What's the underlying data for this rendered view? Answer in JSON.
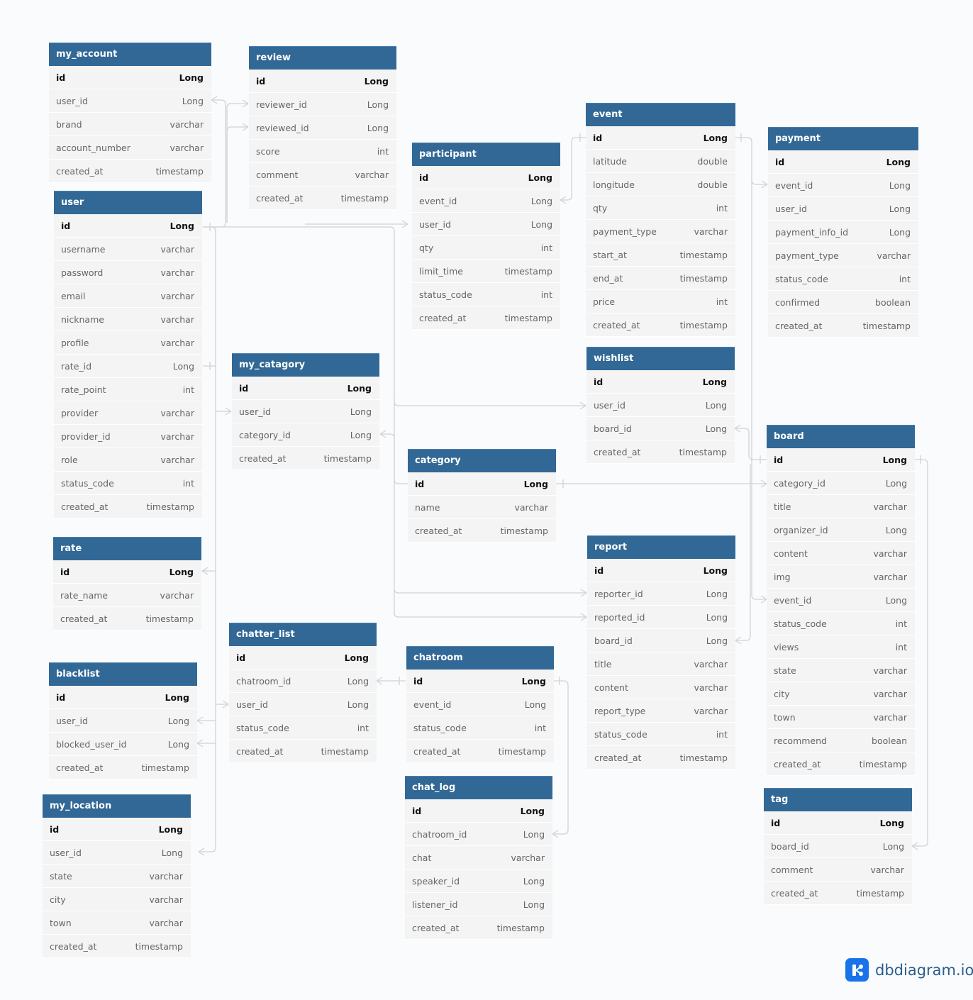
{
  "tables": [
    {
      "key": "my_account",
      "name": "my_account",
      "columns": [
        [
          "id",
          "Long"
        ],
        [
          "user_id",
          "Long"
        ],
        [
          "brand",
          "varchar"
        ],
        [
          "account_number",
          "varchar"
        ],
        [
          "created_at",
          "timestamp"
        ]
      ]
    },
    {
      "key": "review",
      "name": "review",
      "columns": [
        [
          "id",
          "Long"
        ],
        [
          "reviewer_id",
          "Long"
        ],
        [
          "reviewed_id",
          "Long"
        ],
        [
          "score",
          "int"
        ],
        [
          "comment",
          "varchar"
        ],
        [
          "created_at",
          "timestamp"
        ]
      ]
    },
    {
      "key": "event",
      "name": "event",
      "columns": [
        [
          "id",
          "Long"
        ],
        [
          "latitude",
          "double"
        ],
        [
          "longitude",
          "double"
        ],
        [
          "qty",
          "int"
        ],
        [
          "payment_type",
          "varchar"
        ],
        [
          "start_at",
          "timestamp"
        ],
        [
          "end_at",
          "timestamp"
        ],
        [
          "price",
          "int"
        ],
        [
          "created_at",
          "timestamp"
        ]
      ]
    },
    {
      "key": "payment",
      "name": "payment",
      "columns": [
        [
          "id",
          "Long"
        ],
        [
          "event_id",
          "Long"
        ],
        [
          "user_id",
          "Long"
        ],
        [
          "payment_info_id",
          "Long"
        ],
        [
          "payment_type",
          "varchar"
        ],
        [
          "status_code",
          "int"
        ],
        [
          "confirmed",
          "boolean"
        ],
        [
          "created_at",
          "timestamp"
        ]
      ]
    },
    {
      "key": "participant",
      "name": "participant",
      "columns": [
        [
          "id",
          "Long"
        ],
        [
          "event_id",
          "Long"
        ],
        [
          "user_id",
          "Long"
        ],
        [
          "qty",
          "int"
        ],
        [
          "limit_time",
          "timestamp"
        ],
        [
          "status_code",
          "int"
        ],
        [
          "created_at",
          "timestamp"
        ]
      ]
    },
    {
      "key": "user",
      "name": "user",
      "columns": [
        [
          "id",
          "Long"
        ],
        [
          "username",
          "varchar"
        ],
        [
          "password",
          "varchar"
        ],
        [
          "email",
          "varchar"
        ],
        [
          "nickname",
          "varchar"
        ],
        [
          "profile",
          "varchar"
        ],
        [
          "rate_id",
          "Long"
        ],
        [
          "rate_point",
          "int"
        ],
        [
          "provider",
          "varchar"
        ],
        [
          "provider_id",
          "varchar"
        ],
        [
          "role",
          "varchar"
        ],
        [
          "status_code",
          "int"
        ],
        [
          "created_at",
          "timestamp"
        ]
      ]
    },
    {
      "key": "wishlist",
      "name": "wishlist",
      "columns": [
        [
          "id",
          "Long"
        ],
        [
          "user_id",
          "Long"
        ],
        [
          "board_id",
          "Long"
        ],
        [
          "created_at",
          "timestamp"
        ]
      ]
    },
    {
      "key": "my_catagory",
      "name": "my_catagory",
      "columns": [
        [
          "id",
          "Long"
        ],
        [
          "user_id",
          "Long"
        ],
        [
          "category_id",
          "Long"
        ],
        [
          "created_at",
          "timestamp"
        ]
      ]
    },
    {
      "key": "board",
      "name": "board",
      "columns": [
        [
          "id",
          "Long"
        ],
        [
          "category_id",
          "Long"
        ],
        [
          "title",
          "varchar"
        ],
        [
          "organizer_id",
          "Long"
        ],
        [
          "content",
          "varchar"
        ],
        [
          "img",
          "varchar"
        ],
        [
          "event_id",
          "Long"
        ],
        [
          "status_code",
          "int"
        ],
        [
          "views",
          "int"
        ],
        [
          "state",
          "varchar"
        ],
        [
          "city",
          "varchar"
        ],
        [
          "town",
          "varchar"
        ],
        [
          "recommend",
          "boolean"
        ],
        [
          "created_at",
          "timestamp"
        ]
      ]
    },
    {
      "key": "category",
      "name": "category",
      "columns": [
        [
          "id",
          "Long"
        ],
        [
          "name",
          "varchar"
        ],
        [
          "created_at",
          "timestamp"
        ]
      ]
    },
    {
      "key": "rate",
      "name": "rate",
      "columns": [
        [
          "id",
          "Long"
        ],
        [
          "rate_name",
          "varchar"
        ],
        [
          "created_at",
          "timestamp"
        ]
      ]
    },
    {
      "key": "report",
      "name": "report",
      "columns": [
        [
          "id",
          "Long"
        ],
        [
          "reporter_id",
          "Long"
        ],
        [
          "reported_id",
          "Long"
        ],
        [
          "board_id",
          "Long"
        ],
        [
          "title",
          "varchar"
        ],
        [
          "content",
          "varchar"
        ],
        [
          "report_type",
          "varchar"
        ],
        [
          "status_code",
          "int"
        ],
        [
          "created_at",
          "timestamp"
        ]
      ]
    },
    {
      "key": "chatter_list",
      "name": "chatter_list",
      "columns": [
        [
          "id",
          "Long"
        ],
        [
          "chatroom_id",
          "Long"
        ],
        [
          "user_id",
          "Long"
        ],
        [
          "status_code",
          "int"
        ],
        [
          "created_at",
          "timestamp"
        ]
      ]
    },
    {
      "key": "chatroom",
      "name": "chatroom",
      "columns": [
        [
          "id",
          "Long"
        ],
        [
          "event_id",
          "Long"
        ],
        [
          "status_code",
          "int"
        ],
        [
          "created_at",
          "timestamp"
        ]
      ]
    },
    {
      "key": "blacklist",
      "name": "blacklist",
      "columns": [
        [
          "id",
          "Long"
        ],
        [
          "user_id",
          "Long"
        ],
        [
          "blocked_user_id",
          "Long"
        ],
        [
          "created_at",
          "timestamp"
        ]
      ]
    },
    {
      "key": "tag",
      "name": "tag",
      "columns": [
        [
          "id",
          "Long"
        ],
        [
          "board_id",
          "Long"
        ],
        [
          "comment",
          "varchar"
        ],
        [
          "created_at",
          "timestamp"
        ]
      ]
    },
    {
      "key": "chat_log",
      "name": "chat_log",
      "columns": [
        [
          "id",
          "Long"
        ],
        [
          "chatroom_id",
          "Long"
        ],
        [
          "chat",
          "varchar"
        ],
        [
          "speaker_id",
          "Long"
        ],
        [
          "listener_id",
          "Long"
        ],
        [
          "created_at",
          "timestamp"
        ]
      ]
    },
    {
      "key": "my_location",
      "name": "my_location",
      "columns": [
        [
          "id",
          "Long"
        ],
        [
          "user_id",
          "Long"
        ],
        [
          "state",
          "varchar"
        ],
        [
          "city",
          "varchar"
        ],
        [
          "town",
          "varchar"
        ],
        [
          "created_at",
          "timestamp"
        ]
      ]
    }
  ],
  "brand": {
    "text": "dbdiagram.io",
    "icon": "share-nodes-icon",
    "color": "#1a73e8"
  },
  "colors": {
    "header": "#316896",
    "row": "#f4f4f4",
    "connector": "#cfd3d7"
  }
}
